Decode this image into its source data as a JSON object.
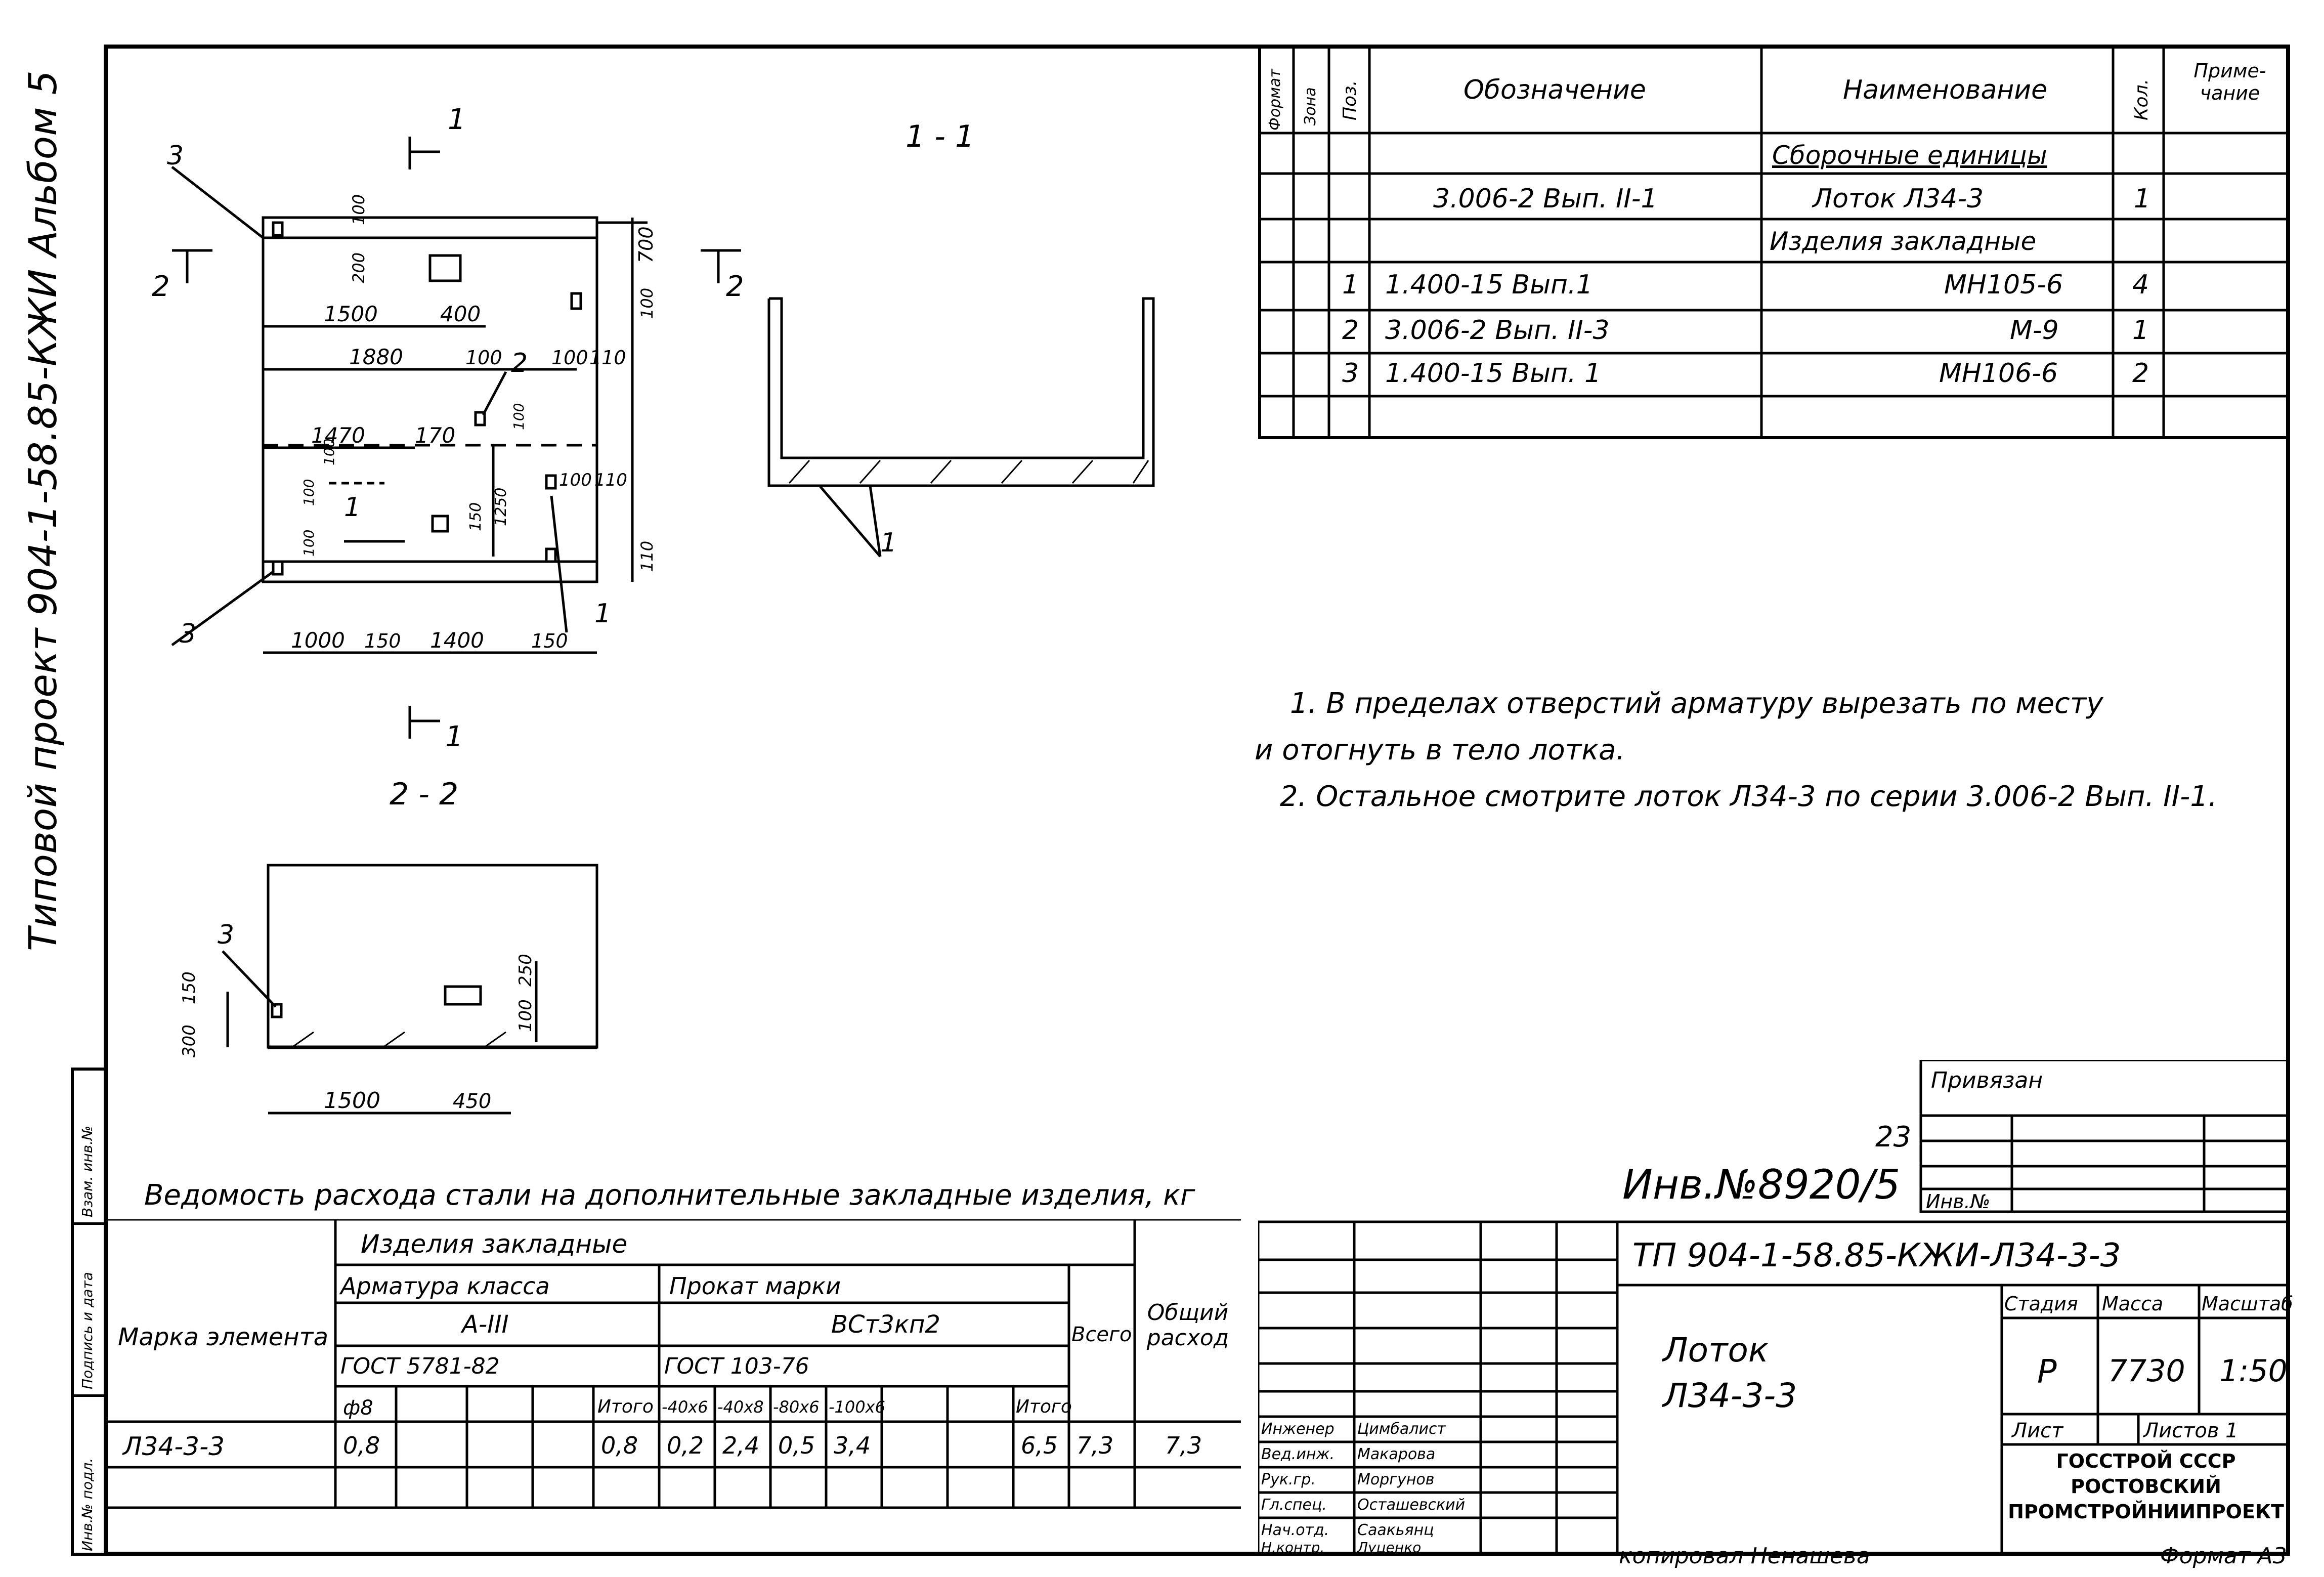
{
  "margin_title": "Типовой проект 904-1-58.85-КЖИ Альбом 5",
  "left_stamp": {
    "cells": [
      "Взам. инв.№",
      "Подпись и дата",
      "Инв.№ подл."
    ]
  },
  "spec": {
    "headers": [
      "Формат",
      "Зона",
      "Поз.",
      "Обозначение",
      "Наименование",
      "Кол.",
      "Приме-чание"
    ],
    "rows": [
      {
        "pos": "",
        "designation": "",
        "name": "Сборочные единицы",
        "qty": ""
      },
      {
        "pos": "",
        "designation": "3.006-2 Вып. II-1",
        "name": "Лоток Л34-3",
        "qty": "1"
      },
      {
        "pos": "",
        "designation": "",
        "name": "Изделия закладные",
        "qty": ""
      },
      {
        "pos": "1",
        "designation": "1.400-15 Вып.1",
        "name": "МН105-6",
        "qty": "4"
      },
      {
        "pos": "2",
        "designation": "3.006-2 Вып. II-3",
        "name": "М-9",
        "qty": "1"
      },
      {
        "pos": "3",
        "designation": "1.400-15 Вып. 1",
        "name": "МН106-6",
        "qty": "2"
      },
      {
        "pos": "",
        "designation": "",
        "name": "",
        "qty": ""
      }
    ]
  },
  "notes": [
    "1. В пределах отверстий арматуру вырезать по месту",
    "и отогнуть в тело лотка.",
    "2. Остальное смотрите лоток Л34-3 по серии 3.006-2 Вып. II-1."
  ],
  "drawing": {
    "plan": {
      "section_marks": [
        "1",
        "1",
        "2",
        "2"
      ],
      "dims_top": [
        "1500",
        "400",
        "1880",
        "100",
        "100",
        "110",
        "700",
        "200",
        "100",
        "100"
      ],
      "dims_mid": [
        "1470",
        "170",
        "100",
        "110",
        "1250",
        "150",
        "100",
        "100",
        "110",
        "100",
        "100"
      ],
      "dims_bottom": [
        "1000",
        "150",
        "1400",
        "150"
      ],
      "callouts": [
        "3",
        "2",
        "1",
        "1",
        "3"
      ]
    },
    "section_1": {
      "title": "1 - 1",
      "callout": "1"
    },
    "section_2": {
      "title": "2 - 2",
      "callout": "3",
      "dims": [
        "1500",
        "450",
        "300",
        "150",
        "100",
        "250"
      ]
    }
  },
  "steel_table": {
    "caption": "Ведомость расхода стали на дополнительные закладные изделия, кг",
    "group_header": "Изделия закладные",
    "col_mark": "Марка элемента",
    "armature_header": "Арматура класса",
    "armature_class": "А-III",
    "armature_gost": "ГОСТ 5781-82",
    "rolled_header": "Прокат марки",
    "rolled_grade": "ВСт3кп2",
    "rolled_gost": "ГОСТ 103-76",
    "total_header": "Всего",
    "overall_header": "Общий расход",
    "sub_headers": [
      "ф8",
      "",
      "",
      "",
      "Итого",
      "-40x6",
      "-40x8",
      "-80x6",
      "-100x6",
      "",
      "Итого"
    ],
    "row": {
      "mark": "Л34-3-3",
      "values": [
        "0,8",
        "",
        "",
        "",
        "0,8",
        "0,2",
        "2,4",
        "0,5",
        "3,4",
        "",
        "6,5"
      ],
      "total": "7,3",
      "overall": "7,3"
    }
  },
  "title_block": {
    "privyazan": "Привязан",
    "sheet_no_field": "23",
    "inv_label": "Инв.№",
    "inv_number": "Инв.№8920/5",
    "code": "ТП 904-1-58.85-КЖИ-Л34-3-3",
    "name_line1": "Лоток",
    "name_line2": "Л34-3-3",
    "col_stage": "Стадия",
    "col_mass": "Масса",
    "col_scale": "Масштаб",
    "stage": "Р",
    "mass": "7730",
    "scale": "1:50",
    "sheet_label": "Лист",
    "sheets_label": "Листов 1",
    "org": [
      "ГОССТРОЙ СССР",
      "РОСТОВСКИЙ",
      "ПРОМСТРОЙНИИПРОЕКТ"
    ],
    "staff": [
      {
        "role": "Инженер",
        "name": "Цимбалист"
      },
      {
        "role": "Вед.инж.",
        "name": "Макарова"
      },
      {
        "role": "Рук.гр.",
        "name": "Моргунов"
      },
      {
        "role": "Гл.спец.",
        "name": "Осташевский"
      },
      {
        "role": "Нач.отд.",
        "name": "Саакьянц"
      },
      {
        "role": "Н.контр.",
        "name": "Луценко"
      }
    ]
  },
  "footer": {
    "copied": "копировал Ненашева",
    "format": "Формат А3"
  }
}
